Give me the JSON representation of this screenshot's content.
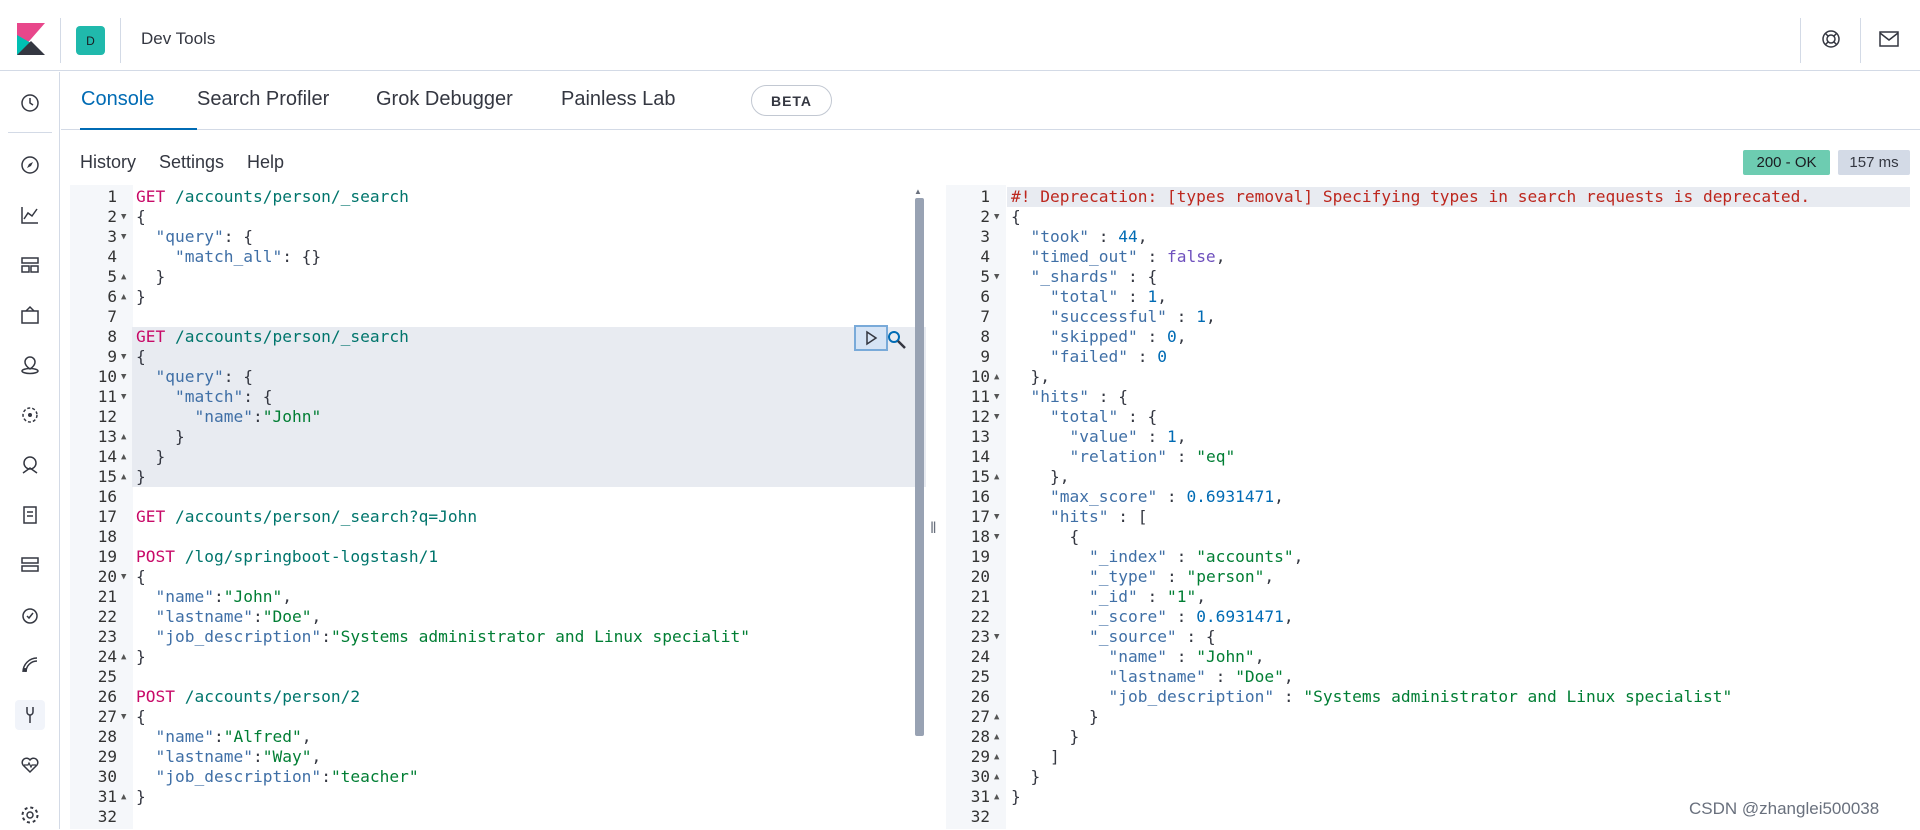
{
  "header": {
    "space_initial": "D",
    "app_title": "Dev Tools"
  },
  "tabs": [
    {
      "label": "Console"
    },
    {
      "label": "Search Profiler"
    },
    {
      "label": "Grok Debugger"
    },
    {
      "label": "Painless Lab"
    }
  ],
  "beta_badge": "BETA",
  "menu": {
    "history": "History",
    "settings": "Settings",
    "help": "Help"
  },
  "response": {
    "status": "200 - OK",
    "time": "157 ms"
  },
  "request_lines": [
    {
      "n": "1",
      "fold": "",
      "code": "GET /accounts/person/_search"
    },
    {
      "n": "2",
      "fold": "▼",
      "code": "{"
    },
    {
      "n": "3",
      "fold": "▼",
      "code": "  \"query\": {"
    },
    {
      "n": "4",
      "fold": "",
      "code": "    \"match_all\": {}"
    },
    {
      "n": "5",
      "fold": "▲",
      "code": "  }"
    },
    {
      "n": "6",
      "fold": "▲",
      "code": "}"
    },
    {
      "n": "7",
      "fold": "",
      "code": ""
    },
    {
      "n": "8",
      "fold": "",
      "code": "GET /accounts/person/_search"
    },
    {
      "n": "9",
      "fold": "▼",
      "code": "{"
    },
    {
      "n": "10",
      "fold": "▼",
      "code": "  \"query\": {"
    },
    {
      "n": "11",
      "fold": "▼",
      "code": "    \"match\": {"
    },
    {
      "n": "12",
      "fold": "",
      "code": "      \"name\":\"John\""
    },
    {
      "n": "13",
      "fold": "▲",
      "code": "    }"
    },
    {
      "n": "14",
      "fold": "▲",
      "code": "  }"
    },
    {
      "n": "15",
      "fold": "▲",
      "code": "}"
    },
    {
      "n": "16",
      "fold": "",
      "code": ""
    },
    {
      "n": "17",
      "fold": "",
      "code": "GET /accounts/person/_search?q=John"
    },
    {
      "n": "18",
      "fold": "",
      "code": ""
    },
    {
      "n": "19",
      "fold": "",
      "code": "POST /log/springboot-logstash/1"
    },
    {
      "n": "20",
      "fold": "▼",
      "code": "{"
    },
    {
      "n": "21",
      "fold": "",
      "code": "  \"name\":\"John\","
    },
    {
      "n": "22",
      "fold": "",
      "code": "  \"lastname\":\"Doe\","
    },
    {
      "n": "23",
      "fold": "",
      "code": "  \"job_description\":\"Systems administrator and Linux specialit\""
    },
    {
      "n": "24",
      "fold": "▲",
      "code": "}"
    },
    {
      "n": "25",
      "fold": "",
      "code": ""
    },
    {
      "n": "26",
      "fold": "",
      "code": "POST /accounts/person/2"
    },
    {
      "n": "27",
      "fold": "▼",
      "code": "{"
    },
    {
      "n": "28",
      "fold": "",
      "code": "  \"name\":\"Alfred\","
    },
    {
      "n": "29",
      "fold": "",
      "code": "  \"lastname\":\"Way\","
    },
    {
      "n": "30",
      "fold": "",
      "code": "  \"job_description\":\"teacher\""
    },
    {
      "n": "31",
      "fold": "▲",
      "code": "}"
    },
    {
      "n": "32",
      "fold": "",
      "code": ""
    }
  ],
  "response_lines": [
    {
      "n": "1",
      "fold": "",
      "code": "#! Deprecation: [types removal] Specifying types in search requests is deprecated."
    },
    {
      "n": "2",
      "fold": "▼",
      "code": "{"
    },
    {
      "n": "3",
      "fold": "",
      "code": "  \"took\" : 44,"
    },
    {
      "n": "4",
      "fold": "",
      "code": "  \"timed_out\" : false,"
    },
    {
      "n": "5",
      "fold": "▼",
      "code": "  \"_shards\" : {"
    },
    {
      "n": "6",
      "fold": "",
      "code": "    \"total\" : 1,"
    },
    {
      "n": "7",
      "fold": "",
      "code": "    \"successful\" : 1,"
    },
    {
      "n": "8",
      "fold": "",
      "code": "    \"skipped\" : 0,"
    },
    {
      "n": "9",
      "fold": "",
      "code": "    \"failed\" : 0"
    },
    {
      "n": "10",
      "fold": "▲",
      "code": "  },"
    },
    {
      "n": "11",
      "fold": "▼",
      "code": "  \"hits\" : {"
    },
    {
      "n": "12",
      "fold": "▼",
      "code": "    \"total\" : {"
    },
    {
      "n": "13",
      "fold": "",
      "code": "      \"value\" : 1,"
    },
    {
      "n": "14",
      "fold": "",
      "code": "      \"relation\" : \"eq\""
    },
    {
      "n": "15",
      "fold": "▲",
      "code": "    },"
    },
    {
      "n": "16",
      "fold": "",
      "code": "    \"max_score\" : 0.6931471,"
    },
    {
      "n": "17",
      "fold": "▼",
      "code": "    \"hits\" : ["
    },
    {
      "n": "18",
      "fold": "▼",
      "code": "      {"
    },
    {
      "n": "19",
      "fold": "",
      "code": "        \"_index\" : \"accounts\","
    },
    {
      "n": "20",
      "fold": "",
      "code": "        \"_type\" : \"person\","
    },
    {
      "n": "21",
      "fold": "",
      "code": "        \"_id\" : \"1\","
    },
    {
      "n": "22",
      "fold": "",
      "code": "        \"_score\" : 0.6931471,"
    },
    {
      "n": "23",
      "fold": "▼",
      "code": "        \"_source\" : {"
    },
    {
      "n": "24",
      "fold": "",
      "code": "          \"name\" : \"John\","
    },
    {
      "n": "25",
      "fold": "",
      "code": "          \"lastname\" : \"Doe\","
    },
    {
      "n": "26",
      "fold": "",
      "code": "          \"job_description\" : \"Systems administrator and Linux specialist\""
    },
    {
      "n": "27",
      "fold": "▲",
      "code": "        }"
    },
    {
      "n": "28",
      "fold": "▲",
      "code": "      }"
    },
    {
      "n": "29",
      "fold": "▲",
      "code": "    ]"
    },
    {
      "n": "30",
      "fold": "▲",
      "code": "  }"
    },
    {
      "n": "31",
      "fold": "▲",
      "code": "}"
    },
    {
      "n": "32",
      "fold": "",
      "code": ""
    }
  ],
  "watermark": "CSDN @zhanglei500038",
  "colors": {
    "accent": "#006bb4",
    "status_ok": "#6dccb1",
    "method": "#c80a68",
    "string": "#017e34",
    "deprecation": "#bd271e"
  }
}
